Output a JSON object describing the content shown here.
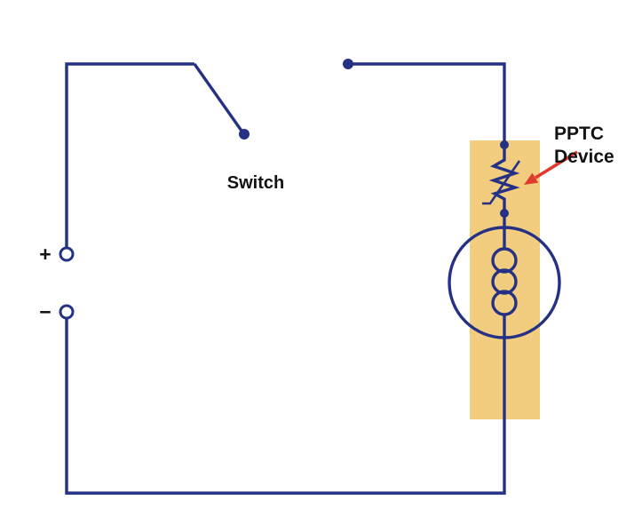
{
  "diagram": {
    "title_hint": "PPTC protected motor circuit schematic",
    "labels": {
      "switch": "Switch",
      "pptc_line1": "PPTC",
      "pptc_line2": "Device",
      "positive": "+",
      "negative": "−"
    },
    "colors": {
      "wire": "#253185",
      "text": "#121212",
      "annotation": "#e03a2e",
      "highlight": "#f3cd7f",
      "background": "#ffffff"
    }
  }
}
